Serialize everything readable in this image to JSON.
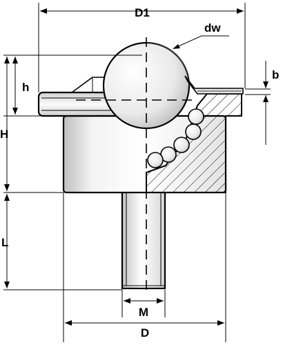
{
  "dimensions": {
    "d1": "D1",
    "dw": "dw",
    "h_small": "h",
    "b": "b",
    "h_total": "H",
    "l": "L",
    "m": "M",
    "d": "D"
  }
}
